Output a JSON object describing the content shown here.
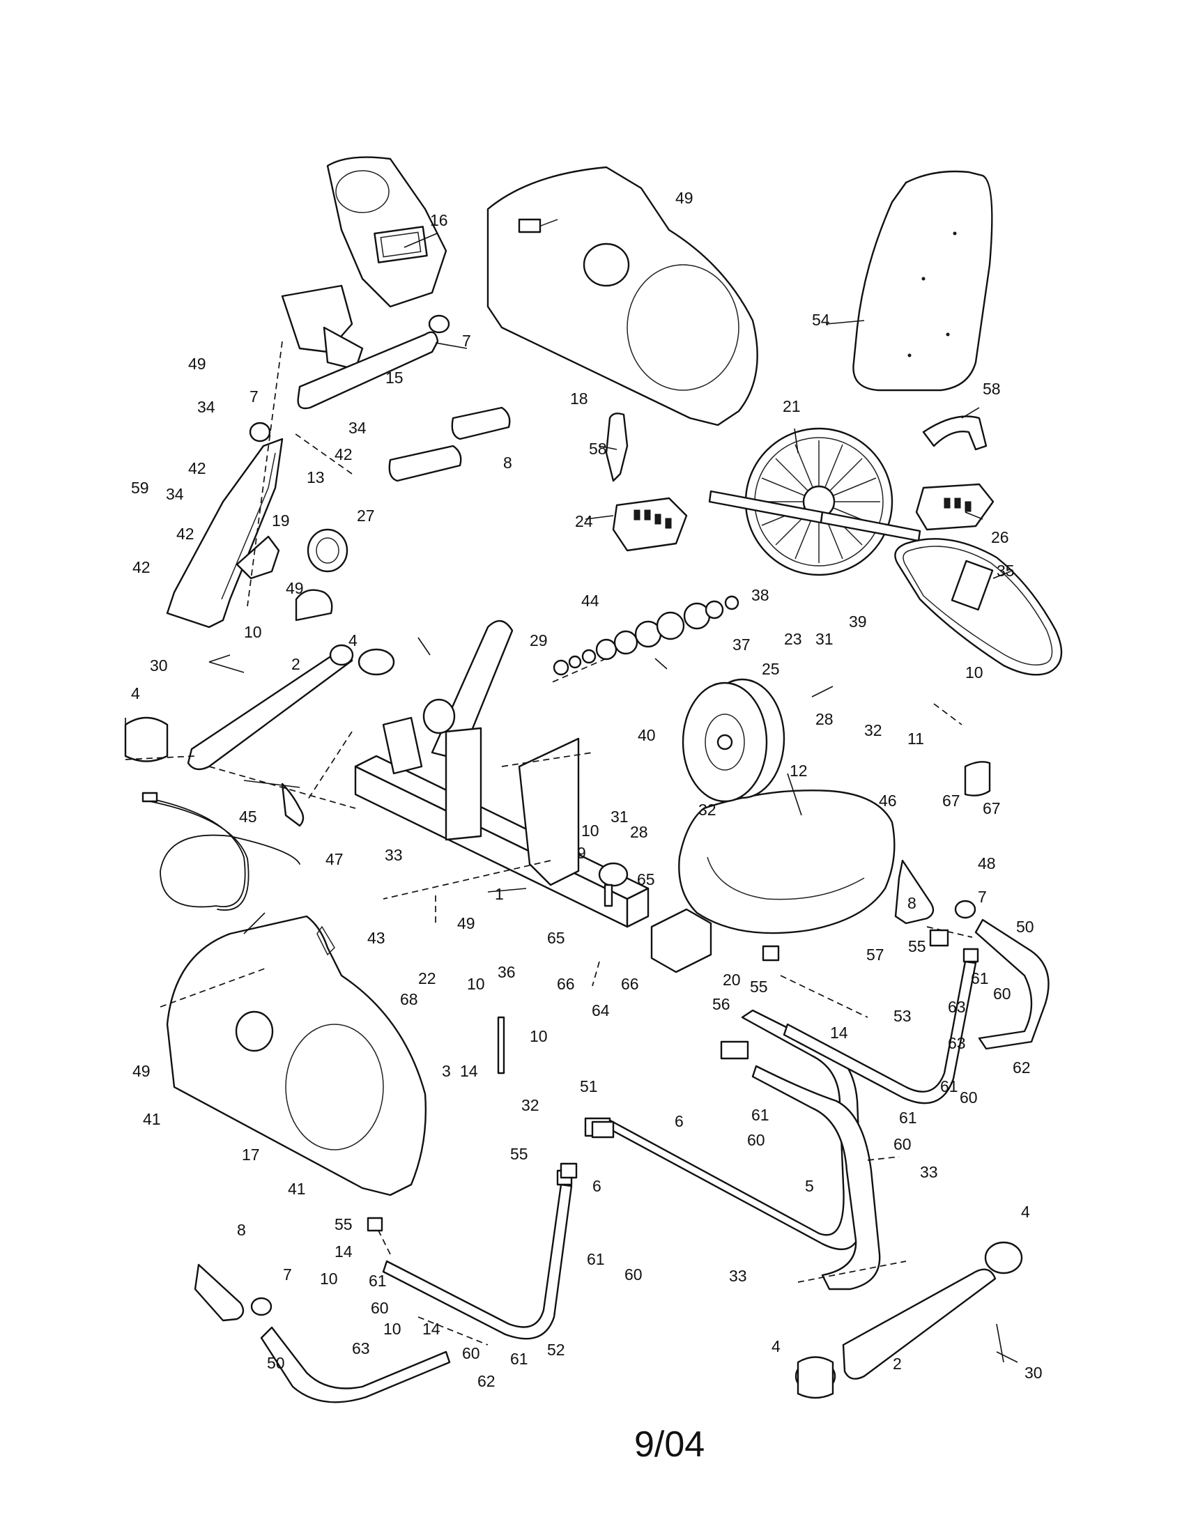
{
  "callouts": {
    "c1": "1",
    "c2": "2",
    "c3": "3",
    "c4": "4",
    "c5": "5",
    "c6": "6",
    "c7": "7",
    "c8": "8",
    "c9": "9",
    "c10": "10",
    "c11": "11",
    "c12": "12",
    "c13": "13",
    "c14": "14",
    "c15": "15",
    "c16": "16",
    "c17": "17",
    "c18": "18",
    "c19": "19",
    "c20": "20",
    "c21": "21",
    "c22": "22",
    "c23": "23",
    "c24": "24",
    "c25": "25",
    "c26": "26",
    "c27": "27",
    "c28": "28",
    "c29": "29",
    "c30": "30",
    "c31": "31",
    "c32": "32",
    "c33": "33",
    "c34": "34",
    "c35": "35",
    "c36": "36",
    "c37": "37",
    "c38": "38",
    "c39": "39",
    "c40": "40",
    "c41": "41",
    "c42": "42",
    "c43": "43",
    "c44": "44",
    "c45": "45",
    "c46": "46",
    "c47": "47",
    "c48": "48",
    "c49": "49",
    "c50": "50",
    "c51": "51",
    "c52": "52",
    "c53": "53",
    "c54": "54",
    "c55": "55",
    "c56": "56",
    "c57": "57",
    "c58": "58",
    "c59": "59",
    "c60": "60",
    "c61": "61",
    "c62": "62",
    "c63": "63",
    "c64": "64",
    "c65": "65",
    "c66": "66",
    "c67": "67",
    "c68": "68"
  },
  "footer_date": "9/04"
}
